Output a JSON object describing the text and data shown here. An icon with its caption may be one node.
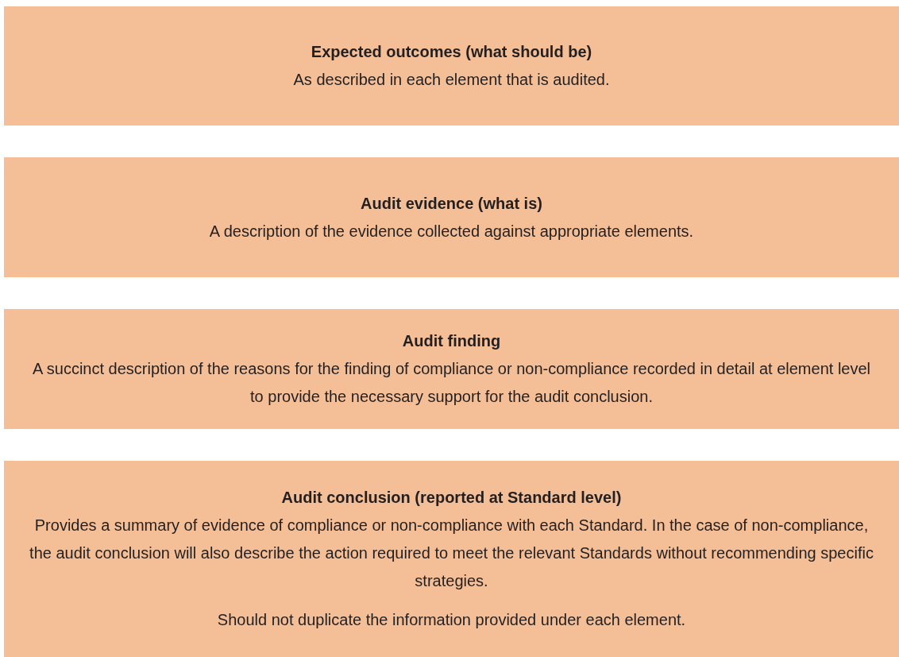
{
  "diagram": {
    "nodes": [
      {
        "text": [
          "Expected outcomes (what should be)",
          "As described in each element that is audited."
        ]
      },
      {
        "text": [
          "Audit evidence (what is)",
          "A description of the evidence collected against appropriate elements."
        ]
      },
      {
        "text": [
          "Audit finding",
          "A succinct description of the reasons for the finding of compliance or non-compliance recorded in detail at element level to provide the necessary support for the audit conclusion."
        ]
      },
      {
        "text": [
          "Audit conclusion (reported at Standard level)",
          "Provides a summary of evidence of compliance or non-compliance with each Standard. In the case of non-compliance, the audit conclusion will also describe the action required to meet the relevant Standards without recommending specific strategies.",
          "Should not duplicate the information provided under each element."
        ]
      }
    ]
  }
}
